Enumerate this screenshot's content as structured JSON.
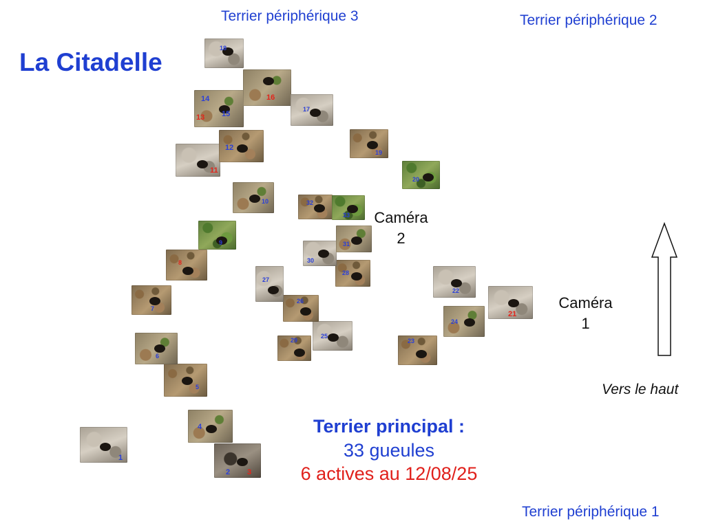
{
  "title": "La Citadelle",
  "peripheral_labels": {
    "p3": "Terrier périphérique 3",
    "p2": "Terrier périphérique 2",
    "p1": "Terrier périphérique 1"
  },
  "camera1": {
    "line1": "Caméra",
    "line2": "1"
  },
  "camera2": {
    "line1": "Caméra",
    "line2": "2"
  },
  "direction_note": "Vers le haut",
  "summary": {
    "line1": "Terrier principal :",
    "line2": "33 gueules",
    "line3": "6 actives au 12/08/25"
  },
  "colors": {
    "label_blue": "#1f3fd1",
    "active_red": "#e0201b",
    "inactive_blue": "#2a3fd8"
  },
  "burrows": [
    {
      "labels": [
        {
          "n": "1",
          "active": false
        }
      ],
      "texture": "t-rock"
    },
    {
      "labels": [
        {
          "n": "2",
          "active": false
        },
        {
          "n": "3",
          "active": true
        }
      ],
      "texture": "t-dark"
    },
    {
      "labels": [
        {
          "n": "4",
          "active": false
        }
      ],
      "texture": "t-mixed"
    },
    {
      "labels": [
        {
          "n": "5",
          "active": false
        }
      ],
      "texture": "t-leaf"
    },
    {
      "labels": [
        {
          "n": "6",
          "active": false
        }
      ],
      "texture": "t-mixed"
    },
    {
      "labels": [
        {
          "n": "7",
          "active": false
        }
      ],
      "texture": "t-leaf"
    },
    {
      "labels": [
        {
          "n": "8",
          "active": true
        }
      ],
      "texture": "t-leaf"
    },
    {
      "labels": [
        {
          "n": "9",
          "active": false
        }
      ],
      "texture": "t-green"
    },
    {
      "labels": [
        {
          "n": "10",
          "active": false
        }
      ],
      "texture": "t-mixed"
    },
    {
      "labels": [
        {
          "n": "11",
          "active": true
        }
      ],
      "texture": "t-rock"
    },
    {
      "labels": [
        {
          "n": "12",
          "active": false
        }
      ],
      "texture": "t-leaf"
    },
    {
      "labels": [
        {
          "n": "14",
          "active": false
        },
        {
          "n": "15",
          "active": false
        },
        {
          "n": "13",
          "active": true
        }
      ],
      "texture": "t-mixed"
    },
    {
      "labels": [
        {
          "n": "16",
          "active": true
        }
      ],
      "texture": "t-mixed"
    },
    {
      "labels": [
        {
          "n": "17",
          "active": false
        }
      ],
      "texture": "t-rock"
    },
    {
      "labels": [
        {
          "n": "18",
          "active": false
        }
      ],
      "texture": "t-rock"
    },
    {
      "labels": [
        {
          "n": "19",
          "active": false
        }
      ],
      "texture": "t-leaf"
    },
    {
      "labels": [
        {
          "n": "20",
          "active": false
        }
      ],
      "texture": "t-green"
    },
    {
      "labels": [
        {
          "n": "21",
          "active": true
        }
      ],
      "texture": "t-rock"
    },
    {
      "labels": [
        {
          "n": "22",
          "active": false
        }
      ],
      "texture": "t-rock"
    },
    {
      "labels": [
        {
          "n": "23",
          "active": false
        }
      ],
      "texture": "t-leaf"
    },
    {
      "labels": [
        {
          "n": "24",
          "active": false
        }
      ],
      "texture": "t-mixed"
    },
    {
      "labels": [
        {
          "n": "25",
          "active": false
        }
      ],
      "texture": "t-rock"
    },
    {
      "labels": [
        {
          "n": "26",
          "active": false
        }
      ],
      "texture": "t-leaf"
    },
    {
      "labels": [
        {
          "n": "27",
          "active": false
        }
      ],
      "texture": "t-rock"
    },
    {
      "labels": [
        {
          "n": "28",
          "active": false
        }
      ],
      "texture": "t-leaf"
    },
    {
      "labels": [
        {
          "n": "29",
          "active": false
        }
      ],
      "texture": "t-leaf"
    },
    {
      "labels": [
        {
          "n": "30",
          "active": false
        }
      ],
      "texture": "t-rock"
    },
    {
      "labels": [
        {
          "n": "31",
          "active": false
        }
      ],
      "texture": "t-mixed"
    },
    {
      "labels": [
        {
          "n": "32",
          "active": false
        }
      ],
      "texture": "t-leaf"
    },
    {
      "labels": [
        {
          "n": "33",
          "active": false
        }
      ],
      "texture": "t-green"
    }
  ]
}
